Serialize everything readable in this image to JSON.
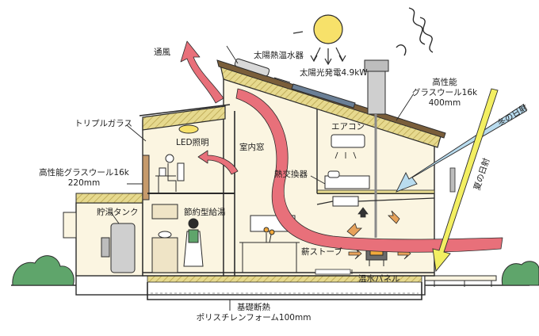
{
  "labels": {
    "ventilation": "通風",
    "solar_water_heater": "太陽熱温水器",
    "solar_power": "太陽光発電4.9kW",
    "roof_insulation_line1": "高性能",
    "roof_insulation_line2": "グラスウール16k",
    "roof_insulation_line3": "400mm",
    "triple_glass": "トリプルガラス",
    "led_lighting": "LED照明",
    "indoor_window": "室内窓",
    "air_conditioner": "エアコン",
    "winter_sun": "冬の日射",
    "summer_sun": "夏の日射",
    "wall_insulation_line1": "高性能グラスウール16k",
    "wall_insulation_line2": "220mm",
    "heat_exchanger": "熱交換器",
    "hot_water_tank": "貯湯タンク",
    "water_saving_supply": "節約型給湯",
    "wood_stove": "薪ストーブ",
    "hot_water_panel": "温水パネル",
    "foundation_line1": "基礎断熱",
    "foundation_line2": "ポリスチレンフォーム100mm"
  },
  "colors": {
    "sun": "#f7e16a",
    "airflow": "#e8707a",
    "winter_arrow": "#b9dcef",
    "summer_arrow": "#f3ef62",
    "insulation": "#e6d98e",
    "roof": "#7a5e3a",
    "wall": "#fbf5e1",
    "tree": "#5fa56b",
    "outline": "#2b2b2b"
  }
}
